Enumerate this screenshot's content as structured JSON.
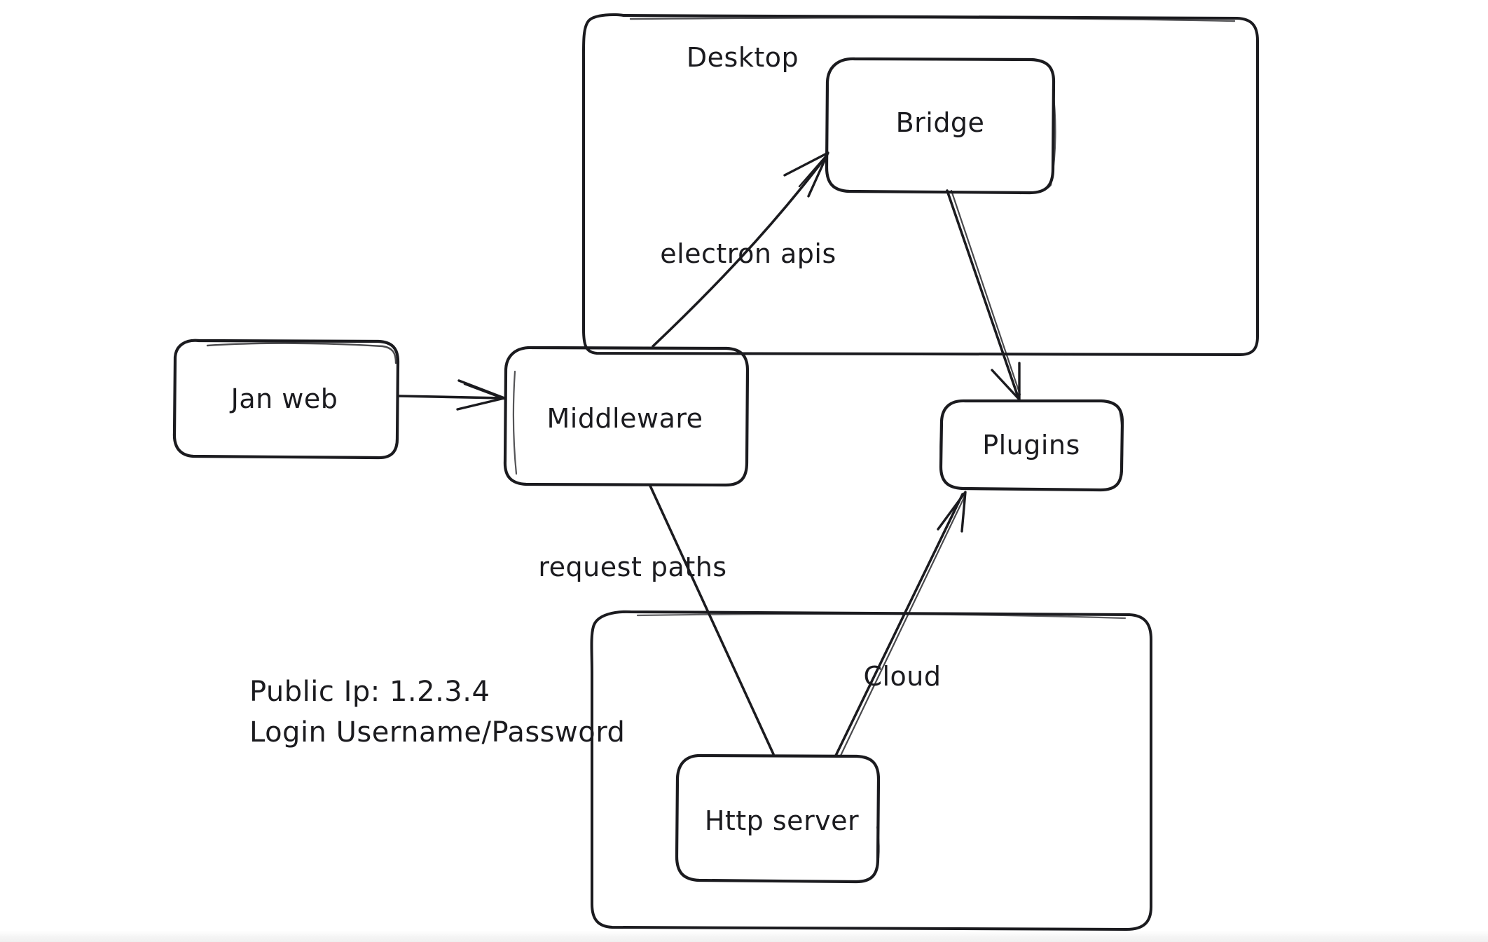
{
  "diagram": {
    "type": "architecture-flow",
    "style": "hand-drawn-whiteboard",
    "background_color": "#ffffff",
    "stroke_color": "#1b1b1f",
    "containers": [
      {
        "id": "desktop",
        "label": "Desktop",
        "contains": [
          "bridge"
        ]
      },
      {
        "id": "cloud_group",
        "label": "",
        "contains": [
          "http_server"
        ]
      }
    ],
    "nodes": [
      {
        "id": "jan_web",
        "label": "Jan web"
      },
      {
        "id": "middleware",
        "label": "Middleware"
      },
      {
        "id": "bridge",
        "label": "Bridge"
      },
      {
        "id": "plugins",
        "label": "Plugins"
      },
      {
        "id": "http_server",
        "label": "Http server"
      }
    ],
    "edges": [
      {
        "id": "e1",
        "from": "jan_web",
        "to": "middleware",
        "label": ""
      },
      {
        "id": "e2",
        "from": "middleware",
        "to": "bridge",
        "label": "electron apis"
      },
      {
        "id": "e3",
        "from": "bridge",
        "to": "plugins",
        "label": ""
      },
      {
        "id": "e4",
        "from": "middleware",
        "to": "http_server",
        "label": "request paths"
      },
      {
        "id": "e5",
        "from": "http_server",
        "to": "plugins",
        "label": "Cloud"
      }
    ],
    "notes": [
      {
        "id": "note_ip",
        "text": "Public Ip: 1.2.3.4"
      },
      {
        "id": "note_login",
        "text": "Login Username/Password"
      }
    ]
  }
}
